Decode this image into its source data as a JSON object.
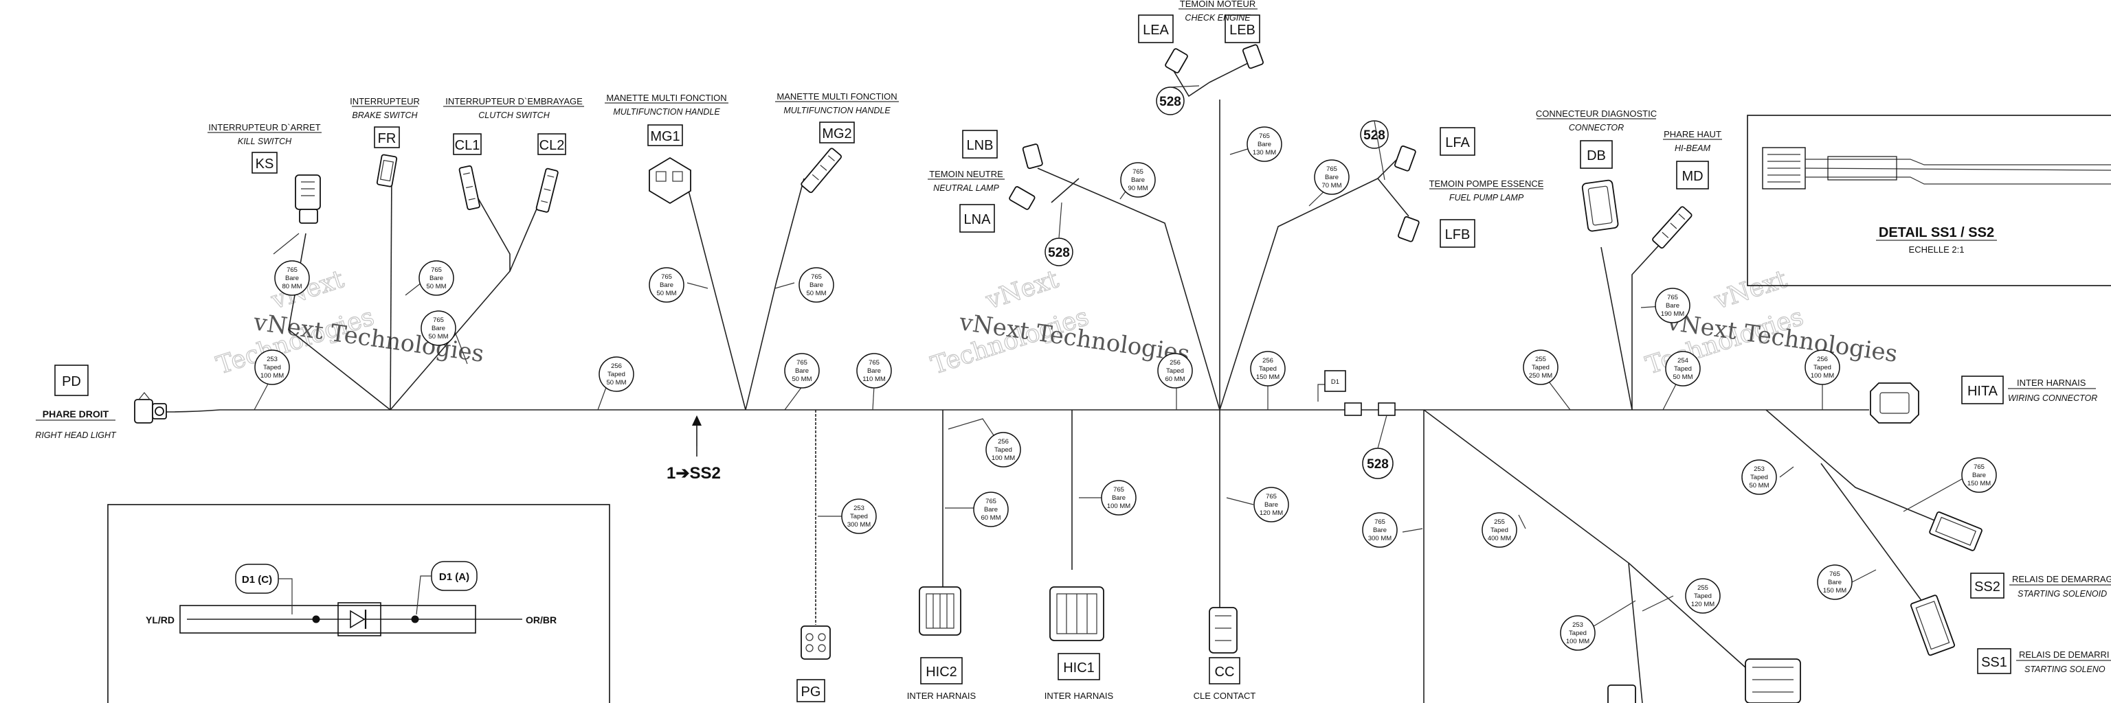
{
  "labels": {
    "pd": {
      "code": "PD",
      "fr": "PHARE DROIT",
      "en": "RIGHT HEAD LIGHT"
    },
    "ks": {
      "code": "KS",
      "fr": "INTERRUPTEUR D`ARRET",
      "en": "KILL SWITCH"
    },
    "fr": {
      "code": "FR",
      "fr": "INTERRUPTEUR",
      "en": "BRAKE SWITCH"
    },
    "cl": {
      "code1": "CL1",
      "code2": "CL2",
      "fr": "INTERRUPTEUR D`EMBRAYAGE",
      "en": "CLUTCH SWITCH"
    },
    "mg1": {
      "code": "MG1",
      "fr": "MANETTE MULTI FONCTION",
      "en": "MULTIFUNCTION HANDLE"
    },
    "mg2": {
      "code": "MG2",
      "fr": "MANETTE MULTI FONCTION",
      "en": "MULTIFUNCTION HANDLE"
    },
    "lea": {
      "code": "LEA"
    },
    "leb": {
      "code": "LEB"
    },
    "temoin_moteur": {
      "fr": "TEMOIN MOTEUR",
      "en": "CHECK ENGINE"
    },
    "lnb": {
      "code": "LNB"
    },
    "lna": {
      "code": "LNA"
    },
    "temoin_neutre": {
      "fr": "TEMOIN NEUTRE",
      "en": "NEUTRAL LAMP"
    },
    "lfa": {
      "code": "LFA"
    },
    "lfb": {
      "code": "LFB"
    },
    "pompe": {
      "fr": "TEMOIN POMPE ESSENCE",
      "en": "FUEL PUMP LAMP"
    },
    "db": {
      "code": "DB",
      "fr": "CONNECTEUR DIAGNOSTIC",
      "en": "CONNECTOR"
    },
    "md": {
      "code": "MD",
      "fr": "PHARE HAUT",
      "en": "HI-BEAM"
    },
    "hita": {
      "code": "HITA",
      "fr": "INTER HARNAIS",
      "en": "WIRING CONNECTOR"
    },
    "pg": {
      "code": "PG"
    },
    "hic2": {
      "code": "HIC2",
      "fr": "INTER HARNAIS"
    },
    "hic1": {
      "code": "HIC1",
      "fr": "INTER HARNAIS"
    },
    "cc": {
      "code": "CC",
      "fr": "CLE CONTACT"
    },
    "ss2": {
      "code": "SS2",
      "fr": "RELAIS DE DEMARRAG",
      "en": "STARTING SOLENOID"
    },
    "ss1": {
      "code": "SS1",
      "fr": "RELAIS DE DEMARRI",
      "en": "STARTING SOLENO"
    },
    "d1": {
      "code": "D1"
    },
    "ref": {
      "arrow": "1➔SS2"
    },
    "detail": {
      "title": "DETAIL SS1 / SS2",
      "scale": "ECHELLE 2:1"
    },
    "diode": {
      "left_wire": "YL/RD",
      "right_wire": "OR/BR",
      "tag_c": "D1 (C)",
      "tag_a": "D1 (A)"
    }
  },
  "callouts": {
    "c528": "528",
    "b1": {
      "l1": "765",
      "l2": "Bare",
      "l3": "80 MM"
    },
    "b2": {
      "l1": "765",
      "l2": "Bare",
      "l3": "50 MM"
    },
    "b3": {
      "l1": "765",
      "l2": "Bare",
      "l3": "50 MM"
    },
    "b4": {
      "l1": "253",
      "l2": "Taped",
      "l3": "100 MM"
    },
    "b5": {
      "l1": "256",
      "l2": "Taped",
      "l3": "50 MM"
    },
    "b6": {
      "l1": "765",
      "l2": "Bare",
      "l3": "50 MM"
    },
    "b7": {
      "l1": "765",
      "l2": "Bare",
      "l3": "50 MM"
    },
    "b8": {
      "l1": "765",
      "l2": "Bare",
      "l3": "50 MM"
    },
    "b9": {
      "l1": "765",
      "l2": "Bare",
      "l3": "110 MM"
    },
    "b10": {
      "l1": "765",
      "l2": "Bare",
      "l3": "90 MM"
    },
    "b11": {
      "l1": "765",
      "l2": "Bare",
      "l3": "130 MM"
    },
    "b12": {
      "l1": "765",
      "l2": "Bare",
      "l3": "70 MM"
    },
    "b13": {
      "l1": "256",
      "l2": "Taped",
      "l3": "60 MM"
    },
    "b14": {
      "l1": "256",
      "l2": "Taped",
      "l3": "150 MM"
    },
    "b15": {
      "l1": "255",
      "l2": "Taped",
      "l3": "250 MM"
    },
    "b16": {
      "l1": "765",
      "l2": "Bare",
      "l3": "190 MM"
    },
    "b17": {
      "l1": "254",
      "l2": "Taped",
      "l3": "50 MM"
    },
    "b18": {
      "l1": "256",
      "l2": "Taped",
      "l3": "100 MM"
    },
    "b19": {
      "l1": "253",
      "l2": "Taped",
      "l3": "300 MM"
    },
    "b20": {
      "l1": "256",
      "l2": "Taped",
      "l3": "100 MM"
    },
    "b21": {
      "l1": "765",
      "l2": "Bare",
      "l3": "60 MM"
    },
    "b22": {
      "l1": "765",
      "l2": "Bare",
      "l3": "100 MM"
    },
    "b23": {
      "l1": "765",
      "l2": "Bare",
      "l3": "120 MM"
    },
    "b24": {
      "l1": "765",
      "l2": "Bare",
      "l3": "300 MM"
    },
    "b25": {
      "l1": "255",
      "l2": "Taped",
      "l3": "400 MM"
    },
    "b26": {
      "l1": "255",
      "l2": "Taped",
      "l3": "120 MM"
    },
    "b27": {
      "l1": "253",
      "l2": "Taped",
      "l3": "100 MM"
    },
    "b28": {
      "l1": "253",
      "l2": "Taped",
      "l3": "50 MM"
    },
    "b29": {
      "l1": "765",
      "l2": "Bare",
      "l3": "150 MM"
    },
    "b30": {
      "l1": "765",
      "l2": "Bare",
      "l3": "150 MM"
    }
  },
  "watermark": {
    "l1": "vNext",
    "l2": "Technologies",
    "inline": "vNext Technologies"
  }
}
